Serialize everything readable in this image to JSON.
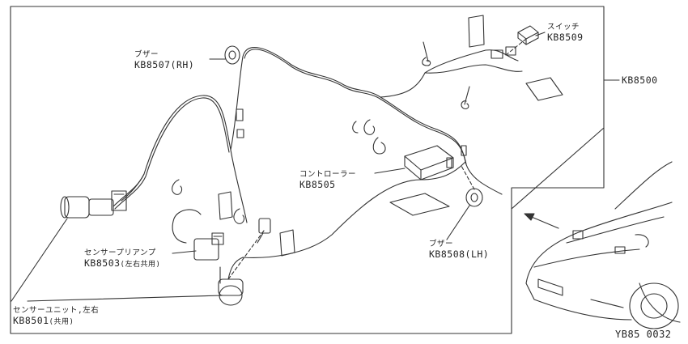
{
  "parts": {
    "buzzer_rh": {
      "name": "ブザー",
      "code": "KB8507(RH)"
    },
    "switch": {
      "name": "スイッチ",
      "code": "KB8509"
    },
    "assembly": {
      "code": "KB8500"
    },
    "controller": {
      "name": "コントローラー",
      "code": "KB8505"
    },
    "buzzer_lh": {
      "name": "ブザー",
      "code": "KB8508(LH)"
    },
    "preamp": {
      "name": "センサープリアンプ",
      "code": "KB8503",
      "note": "(左右共用)"
    },
    "sensor_unit": {
      "name": "センサーユニット,左右",
      "code": "KB8501",
      "note": "(共用)"
    }
  },
  "figure_id": "YB85 0032"
}
